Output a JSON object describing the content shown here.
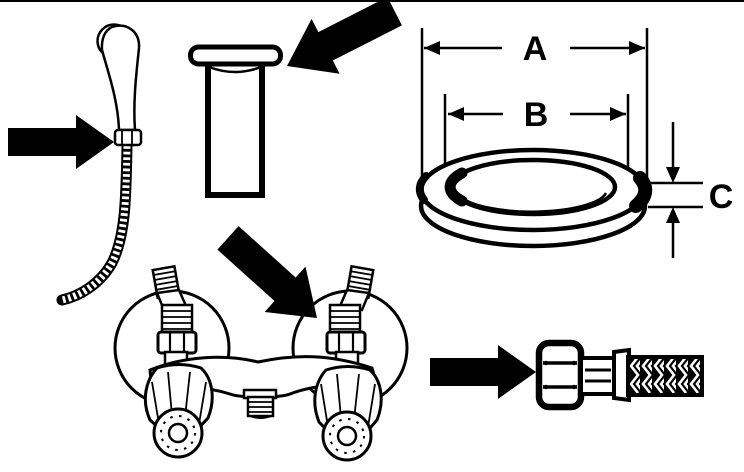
{
  "diagram": {
    "background_color": "#ffffff",
    "ink_color": "#000000",
    "dimension_labels": {
      "outer_diameter": "A",
      "inner_diameter": "B",
      "thickness": "C"
    },
    "parts": [
      {
        "name": "handheld-shower-wand-with-hose"
      },
      {
        "name": "flanged-tailpiece-tube"
      },
      {
        "name": "beveled-washer"
      },
      {
        "name": "two-handle-wall-mount-faucet"
      },
      {
        "name": "braided-supply-hose-end"
      }
    ],
    "pointer_arrows": [
      {
        "name": "arrow-to-shower-hose-connector",
        "direction": "right"
      },
      {
        "name": "arrow-to-tailpiece-flange",
        "direction": "down-left"
      },
      {
        "name": "arrow-to-faucet-right-inlet",
        "direction": "down-right"
      },
      {
        "name": "arrow-to-supply-hose-nut",
        "direction": "right"
      }
    ]
  }
}
